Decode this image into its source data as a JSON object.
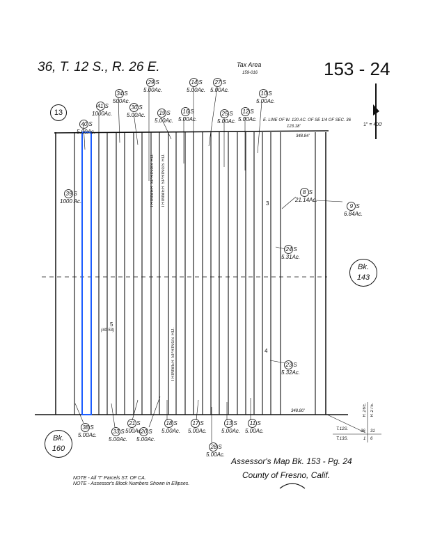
{
  "header": {
    "location": "36, T. 12 S., R. 26 E.",
    "tax_area_label": "Tax Area",
    "tax_area_code": "159-016",
    "map_number": "153 - 24",
    "scale": "1\" = 400'"
  },
  "blocks": {
    "adjacent_13": "13",
    "bk143": {
      "label": "Bk.",
      "number": "143"
    },
    "bk160": {
      "label": "Bk.",
      "number": "160"
    }
  },
  "parcels": [
    {
      "number": "40",
      "suffix": "S",
      "acres": "5.00Ac."
    },
    {
      "number": "41",
      "suffix": "S",
      "acres": "1000Ac."
    },
    {
      "number": "34",
      "suffix": "S",
      "acres": "500Ac."
    },
    {
      "number": "30",
      "suffix": "S",
      "acres": "5.00Ac."
    },
    {
      "number": "29",
      "suffix": "S",
      "acres": "5.00Ac."
    },
    {
      "number": "19",
      "suffix": "S",
      "acres": "5.00Ac."
    },
    {
      "number": "16",
      "suffix": "S",
      "acres": "5.00Ac."
    },
    {
      "number": "14",
      "suffix": "S",
      "acres": "5.00Ac."
    },
    {
      "number": "27",
      "suffix": "S",
      "acres": "5.00Ac."
    },
    {
      "number": "25",
      "suffix": "S",
      "acres": "5.00Ac."
    },
    {
      "number": "12",
      "suffix": "S",
      "acres": "5.00Ac."
    },
    {
      "number": "10",
      "suffix": "S",
      "acres": "5.00Ac."
    },
    {
      "number": "39",
      "suffix": "S",
      "acres": "1000 Ac."
    },
    {
      "number": "8",
      "suffix": "S",
      "acres": "21.14Ac."
    },
    {
      "number": "9",
      "suffix": "S",
      "acres": "6.84Ac."
    },
    {
      "number": "24",
      "suffix": "S",
      "acres": "5.31Ac."
    },
    {
      "number": "23",
      "suffix": "S",
      "acres": "5.32Ac."
    },
    {
      "number": "38",
      "suffix": "S",
      "acres": "5.00Ac."
    },
    {
      "number": "33",
      "suffix": "S",
      "acres": "5.00Ac."
    },
    {
      "number": "21",
      "suffix": "S",
      "acres": "500Ac."
    },
    {
      "number": "20",
      "suffix": "S",
      "acres": "5.00Ac."
    },
    {
      "number": "18",
      "suffix": "S",
      "acres": "5.00Ac."
    },
    {
      "number": "17",
      "suffix": "S",
      "acres": "5.00Ac."
    },
    {
      "number": "13",
      "suffix": "S",
      "acres": "5.00Ac."
    },
    {
      "number": "11",
      "suffix": "S",
      "acres": "5.00Ac."
    },
    {
      "number": "28",
      "suffix": "S",
      "acres": "5.00Ac."
    }
  ],
  "annotations": {
    "e_line": "E. LINE OF W. 120 AC. OF SE 1/4 OF SEC. 36",
    "dim_123": "123.18'",
    "dim_348_top": "348.84'",
    "dim_348_bottom": "348.80'",
    "lot_5": "5",
    "lot_5_sub": "(40.53)",
    "lot_3": "3",
    "lot_4": "4",
    "road": "TRIMMER SPRINGS RD."
  },
  "township": {
    "t12s": "T.12S.",
    "t13s": "T.13S.",
    "r26e": "R.26E.",
    "r27e": "R.27E.",
    "sec36": "36",
    "sec31": "31",
    "sec1": "1",
    "sec6": "6"
  },
  "footer": {
    "map_title": "Assessor's Map Bk. 153 - Pg. 24",
    "county": "County of Fresno, Calif.",
    "note1": "NOTE - All 'T' Parcels ST. OF CA.",
    "note2": "NOTE - Assessor's Block Numbers Shown in Ellipses."
  },
  "colors": {
    "highlight": "#1a5cff",
    "ink": "#111111"
  }
}
